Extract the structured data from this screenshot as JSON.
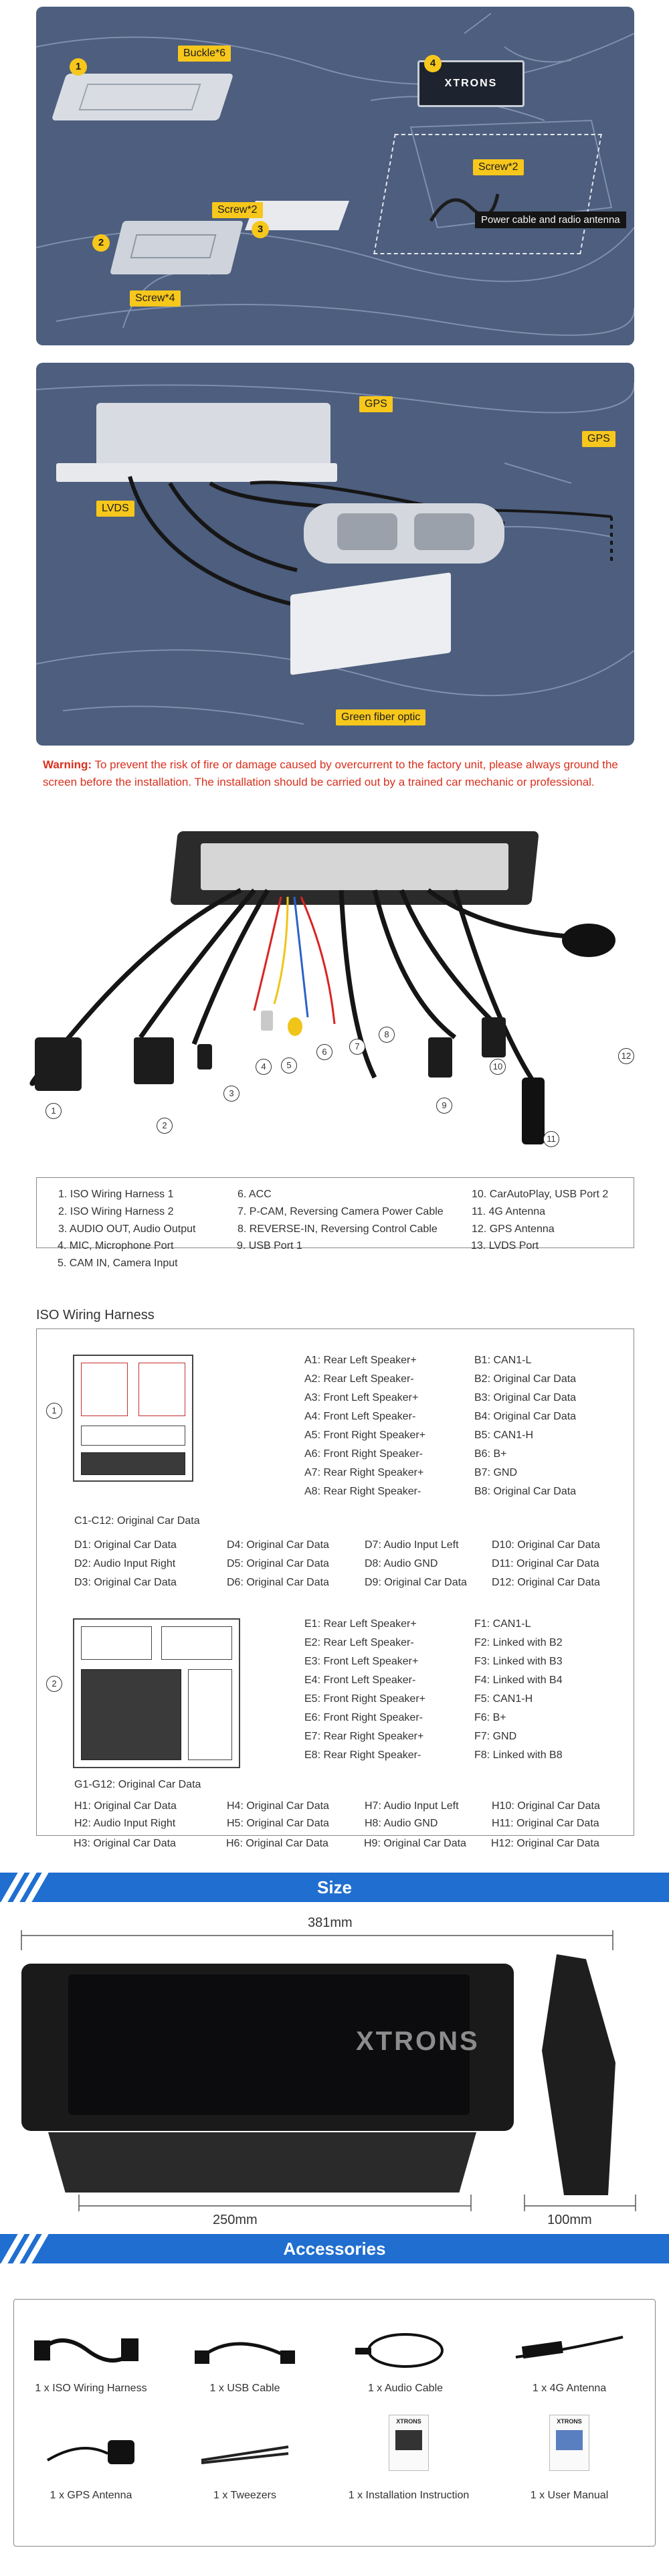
{
  "install1": {
    "tags": {
      "buckle": "Buckle*6",
      "screw2a": "Screw*2",
      "screw2b": "Screw*2",
      "screw4": "Screw*4",
      "power": "Power cable and radio antenna",
      "brand": "XTRONS"
    },
    "numbers": [
      "1",
      "2",
      "3",
      "4"
    ]
  },
  "install2": {
    "tags": {
      "gps1": "GPS",
      "gps2": "GPS",
      "lvds": "LVDS",
      "fiber": "Green fiber optic"
    }
  },
  "warning": {
    "prefix": "Warning:",
    "text": " To prevent the risk of fire or damage caused by overcurrent to the factory unit, please always ground the screen before the installation. The installation should be carried out by a trained car mechanic or professional."
  },
  "harness_callouts": [
    "1",
    "2",
    "3",
    "4",
    "5",
    "6",
    "7",
    "8",
    "9",
    "10",
    "11",
    "12"
  ],
  "harness_list": [
    "1. ISO Wiring Harness 1",
    "2. ISO Wiring Harness 2",
    "3. AUDIO OUT, Audio Output",
    "4. MIC, Microphone Port",
    "5. CAM IN, Camera Input",
    "6. ACC",
    "7. P-CAM, Reversing Camera Power Cable",
    "8. REVERSE-IN, Reversing Control Cable",
    "9. USB Port 1",
    "10. CarAutoPlay, USB Port 2",
    "11. 4G Antenna",
    "12. GPS Antenna",
    "13. LVDS Port"
  ],
  "iso": {
    "title": "ISO Wiring Harness",
    "conn1_number": "1",
    "conn2_number": "2",
    "a_pins": [
      "A1: Rear Left Speaker+",
      "A2: Rear Left Speaker-",
      "A3: Front Left Speaker+",
      "A4: Front Left Speaker-",
      "A5: Front Right Speaker+",
      "A6: Front Right Speaker-",
      "A7: Rear Right Speaker+",
      "A8: Rear Right Speaker-"
    ],
    "b_pins": [
      "B1: CAN1-L",
      "B2: Original Car Data",
      "B3: Original Car Data",
      "B4: Original Car Data",
      "B5: CAN1-H",
      "B6: B+",
      "B7: GND",
      "B8: Original Car Data"
    ],
    "c_note": "C1-C12: Original Car Data",
    "d_pins": [
      [
        "D1: Original Car Data",
        "D4: Original Car Data",
        "D7: Audio Input Left",
        "D10: Original Car Data"
      ],
      [
        "D2: Audio Input Right",
        "D5: Original Car Data",
        "D8: Audio GND",
        "D11: Original Car Data"
      ],
      [
        "D3: Original Car Data",
        "D6: Original Car Data",
        "D9: Original Car Data",
        "D12: Original Car Data"
      ]
    ],
    "e_pins": [
      "E1: Rear Left Speaker+",
      "E2: Rear Left Speaker-",
      "E3: Front Left Speaker+",
      "E4: Front Left Speaker-",
      "E5: Front Right Speaker+",
      "E6: Front Right Speaker-",
      "E7: Rear Right Speaker+",
      "E8: Rear Right Speaker-"
    ],
    "f_pins": [
      "F1: CAN1-L",
      "F2: Linked with B2",
      "F3: Linked with B3",
      "F4: Linked with B4",
      "F5: CAN1-H",
      "F6: B+",
      "F7: GND",
      "F8: Linked with B8"
    ],
    "g_note": "G1-G12: Original Car Data",
    "h_pins": [
      [
        "H1: Original Car Data",
        "H4: Original Car Data",
        "H7: Audio Input Left",
        "H10: Original Car Data"
      ],
      [
        "H2: Audio Input Right",
        "H5: Original Car Data",
        "H8: Audio GND",
        "H11: Original Car Data"
      ],
      [
        "H3: Original Car Data",
        "H6: Original Car Data",
        "H9: Original Car Data",
        "H12: Original Car Data"
      ]
    ]
  },
  "size": {
    "title": "Size",
    "width": "381mm",
    "bottom": "250mm",
    "depth": "100mm",
    "brand": "XTRONS"
  },
  "accessories": {
    "title": "Accessories",
    "items": [
      "1 x ISO Wiring Harness",
      "1 x USB Cable",
      "1 x Audio Cable",
      "1 x 4G Antenna",
      "1 x GPS Antenna",
      "1 x Tweezers",
      "1 x Installation Instruction",
      "1 x User Manual"
    ],
    "booklet_brand": "XTRONS"
  },
  "colors": {
    "panel": "#4d5e7e",
    "tag_yellow": "#f7c71c",
    "warning_red": "#d9301f",
    "banner_blue": "#1f6ed0"
  }
}
